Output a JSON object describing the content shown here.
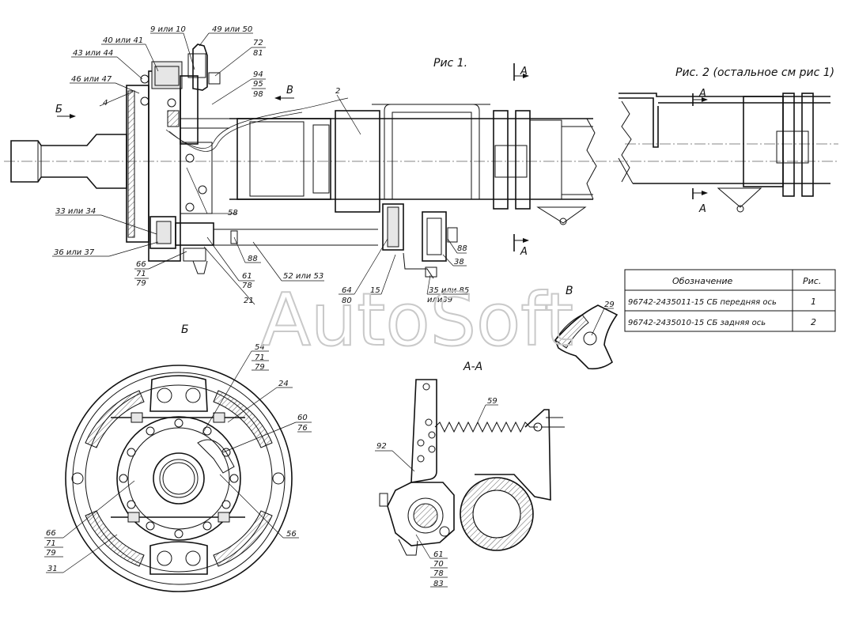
{
  "figures": {
    "fig1": "Рис 1.",
    "fig2": "Рис. 2 (остальное см рис 1)",
    "view_b": "Б",
    "section_aa": "А-А",
    "view_v": "В"
  },
  "section_marks": {
    "a": "А",
    "b": "Б",
    "v": "В"
  },
  "labels": {
    "l9_10": "9 или 10",
    "l49_50": "49 или 50",
    "l40_41": "40 или 41",
    "l43_44": "43 или 44",
    "l46_47": "46 или 47",
    "l4": "4",
    "l72": "72",
    "l81": "81",
    "l94": "94",
    "l95": "95",
    "l98": "98",
    "l2": "2",
    "l58": "58",
    "l33_34": "33 или 34",
    "l36_37": "36 или 37",
    "l66": "66",
    "l71": "71",
    "l79": "79",
    "l61": "61",
    "l78": "78",
    "l21": "21",
    "l88a": "88",
    "l52_53": "52 или 53",
    "l64": "64",
    "l80": "80",
    "l15": "15",
    "l35_85": "35 или 85",
    "l_or39": "или39",
    "l88b": "88",
    "l38": "38",
    "l29": "29",
    "l54": "54",
    "l71b": "71",
    "l79b": "79",
    "l24": "24",
    "l60": "60",
    "l76": "76",
    "l56": "56",
    "l66b": "66",
    "l71c": "71",
    "l79c": "79",
    "l31": "31",
    "l59": "59",
    "l92": "92",
    "l61b": "61",
    "l70": "70",
    "l78b": "78",
    "l83": "83"
  },
  "table": {
    "headers": [
      "Обозначение",
      "Рис."
    ],
    "rows": [
      [
        "96742-2435011-15 СБ передняя ось",
        "1"
      ],
      [
        "96742-2435010-15 СБ задняя ось",
        "2"
      ]
    ]
  },
  "watermark": "AutoSoft"
}
